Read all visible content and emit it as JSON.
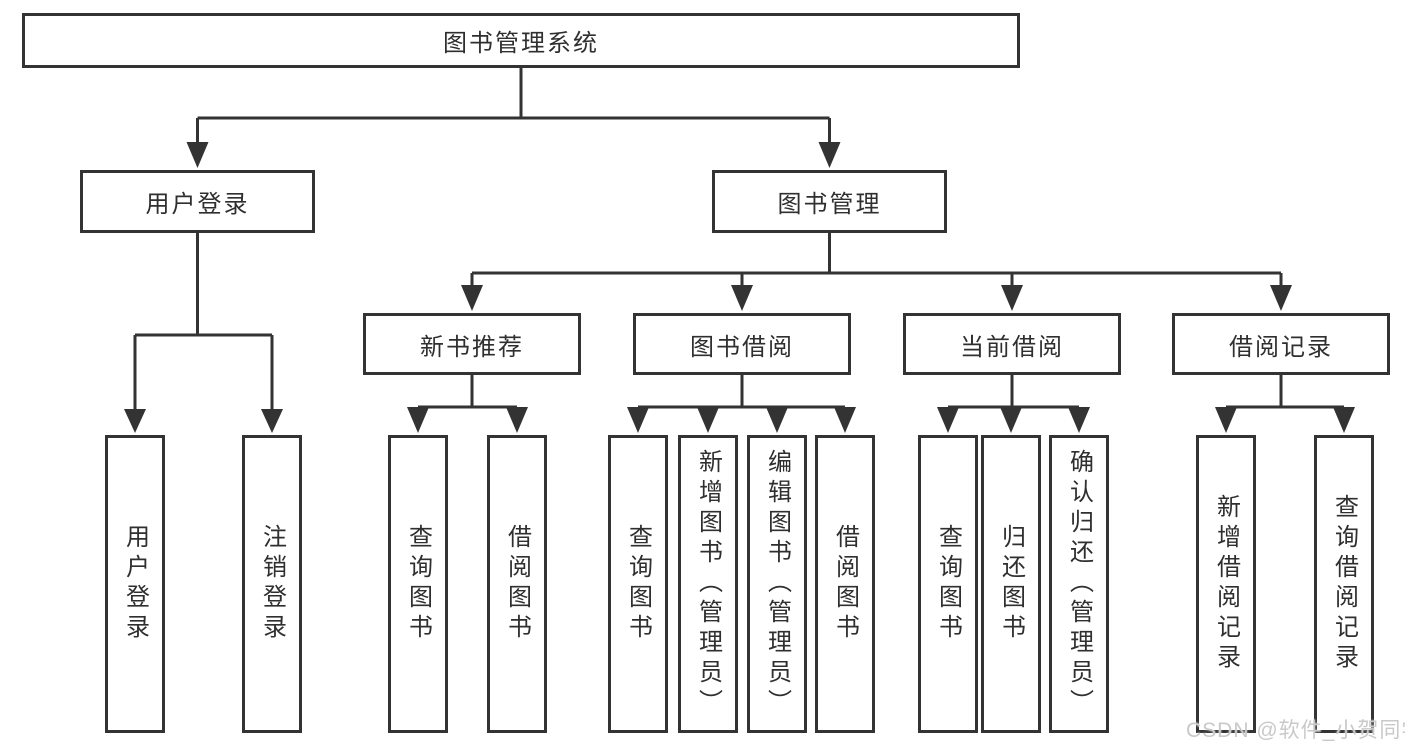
{
  "diagram": {
    "root": {
      "label": "图书管理系统"
    },
    "branches": [
      {
        "label": "用户登录",
        "children": [
          {
            "label": "用户登录"
          },
          {
            "label": "注销登录"
          }
        ]
      },
      {
        "label": "图书管理",
        "children": [
          {
            "label": "新书推荐",
            "children": [
              {
                "label": "查询图书"
              },
              {
                "label": "借阅图书"
              }
            ]
          },
          {
            "label": "图书借阅",
            "children": [
              {
                "label": "查询图书"
              },
              {
                "label": "新增图书（管理员）"
              },
              {
                "label": "编辑图书（管理员）"
              },
              {
                "label": "借阅图书"
              }
            ]
          },
          {
            "label": "当前借阅",
            "children": [
              {
                "label": "查询图书"
              },
              {
                "label": "归还图书"
              },
              {
                "label": "确认归还（管理员）"
              }
            ]
          },
          {
            "label": "借阅记录",
            "children": [
              {
                "label": "新增借阅记录"
              },
              {
                "label": "查询借阅记录"
              }
            ]
          }
        ]
      }
    ]
  },
  "watermark": {
    "text": "CSDN @软件_小贺同学"
  },
  "colors": {
    "line": "#333333",
    "box_border": "#333333",
    "box_fill": "#ffffff",
    "text": "#2f2f2f",
    "watermark": "#c9c9c9"
  }
}
